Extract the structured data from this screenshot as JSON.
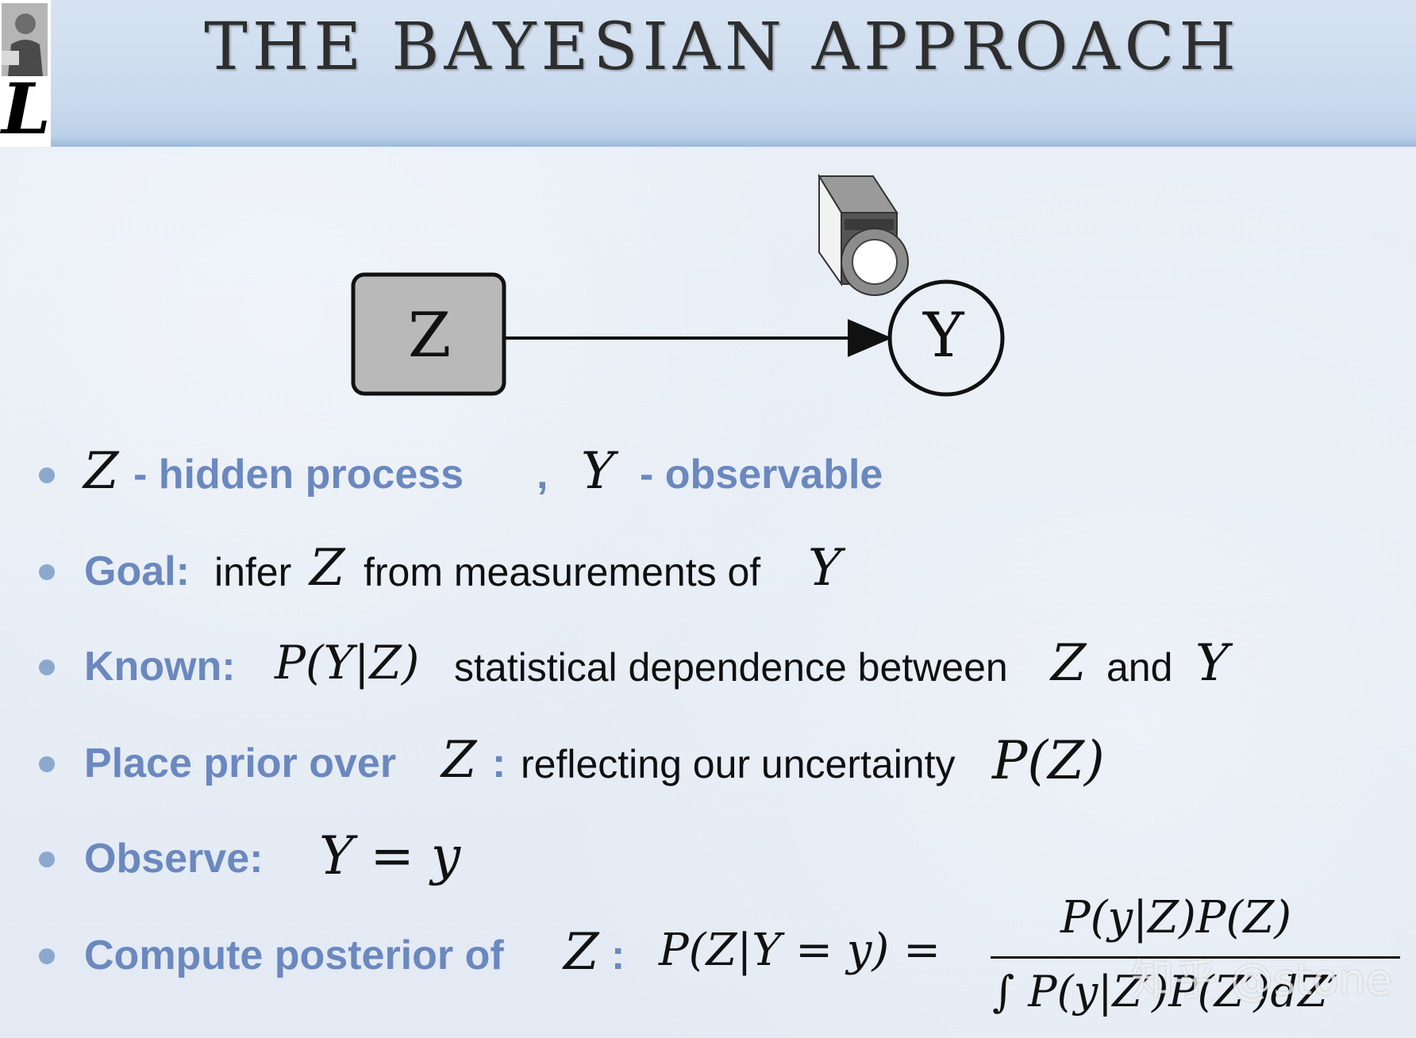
{
  "slide": {
    "title": "THE BAYESIAN APPROACH",
    "logo_letter": "L"
  },
  "diagram": {
    "hidden_node": "Z",
    "observed_node": "Y",
    "sensor_icon": "camera-icon"
  },
  "bullets": [
    {
      "symbol_z": "Z",
      "text_hidden": "- hidden process",
      "comma": ",",
      "symbol_y": "Y",
      "text_observable": "- observable"
    },
    {
      "label": "Goal:",
      "text_a": "infer",
      "symbol_z": "Z",
      "text_b": "from measurements of",
      "symbol_y": "Y"
    },
    {
      "label": "Known:",
      "formula": "P(Y|Z)",
      "text": "statistical dependence between",
      "symbol_z": "Z",
      "and": "and",
      "symbol_y": "Y"
    },
    {
      "label": "Place prior over",
      "symbol_z": "Z",
      "colon": ":",
      "text": "reflecting our uncertainty",
      "formula": "P(Z)"
    },
    {
      "label": "Observe:",
      "formula": "Y = y"
    },
    {
      "label": "Compute posterior of",
      "symbol_z": "Z",
      "colon": ":",
      "lhs": "P(Z|Y = y) =",
      "numerator": "P(y|Z)P(Z)",
      "denominator": "∫ P(y|Z′)P(Z′)dZ′"
    }
  ],
  "watermark": "知乎 @stone",
  "colors": {
    "accent_blue": "#6b88bf",
    "bullet_dot": "#8da8cf",
    "node_fill": "#b9b9b9"
  }
}
